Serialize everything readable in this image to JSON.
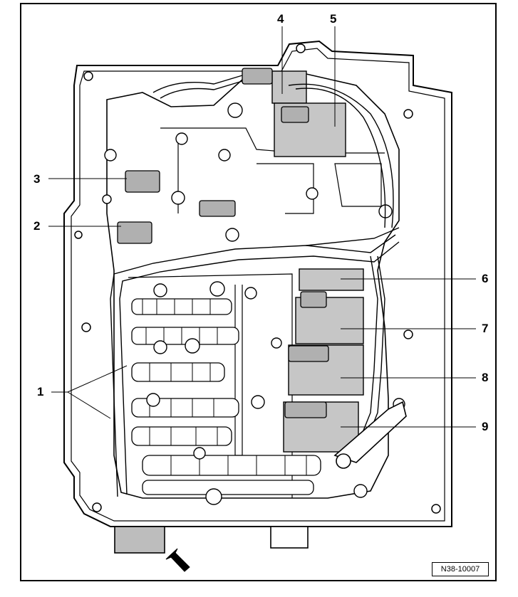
{
  "figure": {
    "reference_code": "N38-10007",
    "callouts": [
      {
        "id": "c4",
        "label": "4"
      },
      {
        "id": "c5",
        "label": "5"
      },
      {
        "id": "c3",
        "label": "3"
      },
      {
        "id": "c2",
        "label": "2"
      },
      {
        "id": "c6",
        "label": "6"
      },
      {
        "id": "c7",
        "label": "7"
      },
      {
        "id": "c1",
        "label": "1"
      },
      {
        "id": "c8",
        "label": "8"
      },
      {
        "id": "c9",
        "label": "9"
      }
    ],
    "colors": {
      "line": "#000000",
      "component_fill": "#c6c6c6",
      "connector_fill": "#b0b0b0",
      "background": "#ffffff"
    }
  }
}
